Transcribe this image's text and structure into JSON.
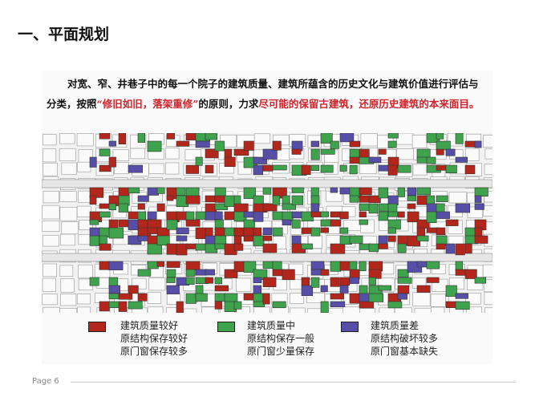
{
  "title": "一、平面规划",
  "intro": {
    "part1": "对宽、窄、井巷子中的每一个院子的建筑质量、建筑所蕴含的历史文化与建筑价值进行评估与分类，按照",
    "quote": "“修旧如旧，落架重修”",
    "part2": "的原则，力求",
    "goal": "尽可能的保留古建筑，还原历史建筑的本来面目。"
  },
  "legend": [
    {
      "color": "#b3261b",
      "line1": "建筑质量较好",
      "line2": "原结构保存较好",
      "line3": "原门窗保存较多"
    },
    {
      "color": "#3fa24c",
      "line1": "建筑质量中",
      "line2": "原结构保存一般",
      "line3": "原门窗少量保存"
    },
    {
      "color": "#574ea8",
      "line1": "建筑质量差",
      "line2": "原结构破坏较多",
      "line3": "原门窗基本缺失"
    }
  ],
  "footer": {
    "page": "Page 6"
  }
}
